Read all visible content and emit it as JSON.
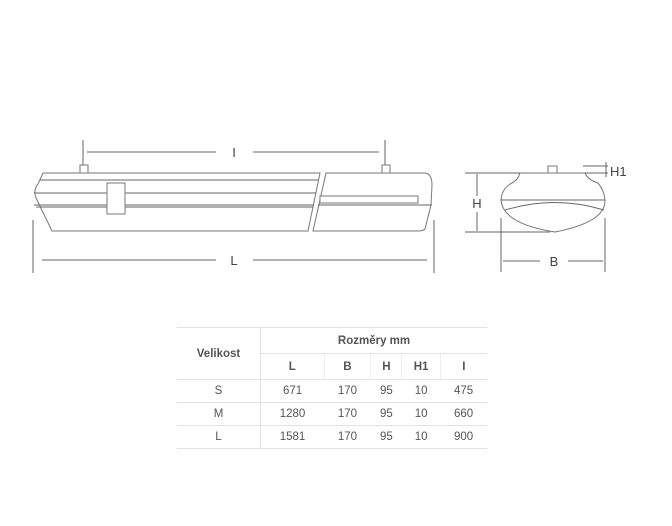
{
  "drawing": {
    "front_labels": {
      "l": "I",
      "L": "L"
    },
    "side_labels": {
      "H": "H",
      "H1": "H1",
      "B": "B"
    }
  },
  "table": {
    "row_header": "Velikost",
    "group_header": "Rozměry mm",
    "columns": [
      "L",
      "B",
      "H",
      "H1",
      "I"
    ],
    "rows": [
      {
        "size": "S",
        "values": [
          "671",
          "170",
          "95",
          "10",
          "475"
        ]
      },
      {
        "size": "M",
        "values": [
          "1280",
          "170",
          "95",
          "10",
          "660"
        ]
      },
      {
        "size": "L",
        "values": [
          "1581",
          "170",
          "95",
          "10",
          "900"
        ]
      }
    ]
  }
}
